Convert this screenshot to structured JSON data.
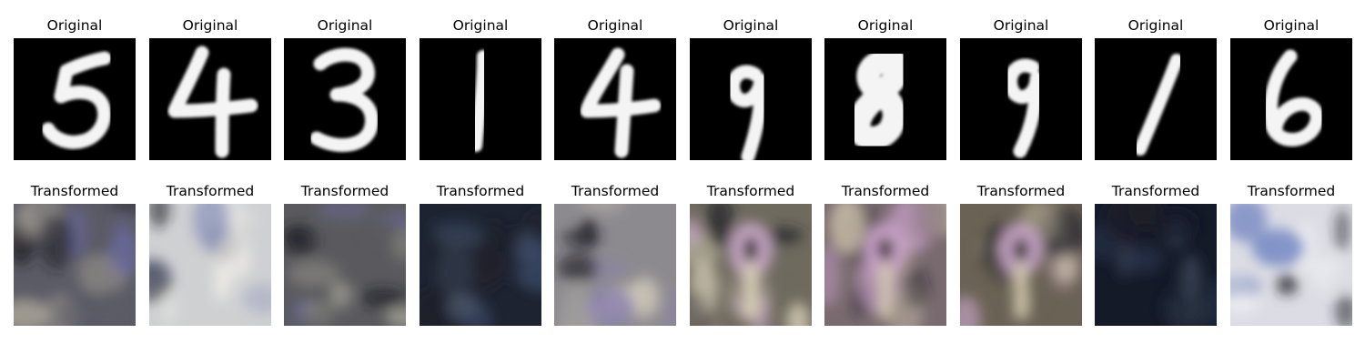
{
  "rows": {
    "original_label": "Original",
    "transformed_label": "Transformed"
  },
  "original": [
    {
      "digit": "5"
    },
    {
      "digit": "4"
    },
    {
      "digit": "3"
    },
    {
      "digit": "1"
    },
    {
      "digit": "4"
    },
    {
      "digit": "9"
    },
    {
      "digit": "8"
    },
    {
      "digit": "9"
    },
    {
      "digit": "1"
    },
    {
      "digit": "6"
    }
  ],
  "transformed": [
    {
      "tone": "mid",
      "base": "#5b5b66",
      "accent": "#6a6aa8",
      "light": "#b8b2a0"
    },
    {
      "tone": "light",
      "base": "#cfd0d2",
      "accent": "#8891b8",
      "light": "#f0efe9"
    },
    {
      "tone": "mid",
      "base": "#5a5a5e",
      "accent": "#6f6aa0",
      "light": "#a7a699"
    },
    {
      "tone": "dark",
      "base": "#1d2330",
      "accent": "#3b4a68",
      "light": "#4a5468"
    },
    {
      "tone": "mid",
      "base": "#8d8a8f",
      "accent": "#8a80b0",
      "light": "#cfc8b9"
    },
    {
      "tone": "mixed",
      "base": "#6e6a5e",
      "accent": "#c9a8c8",
      "light": "#d8d0b8"
    },
    {
      "tone": "mixed",
      "base": "#786a6e",
      "accent": "#c8a0c8",
      "light": "#cfc4ae"
    },
    {
      "tone": "mixed",
      "base": "#6a6254",
      "accent": "#c4a2c4",
      "light": "#d4cab0"
    },
    {
      "tone": "dark",
      "base": "#141a28",
      "accent": "#2e3a58",
      "light": "#3a4458"
    },
    {
      "tone": "light",
      "base": "#dcdde4",
      "accent": "#5870b8",
      "light": "#f6f6f8"
    }
  ]
}
